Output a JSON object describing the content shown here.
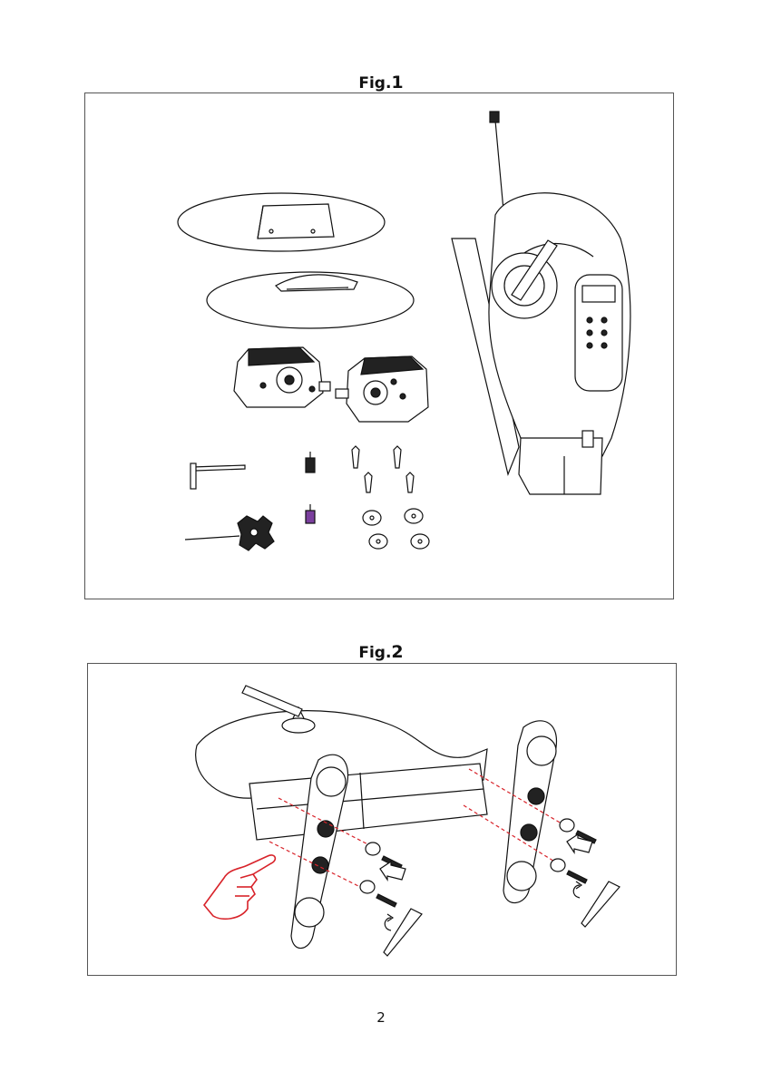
{
  "figures": [
    {
      "label": "Fig.",
      "number": "1"
    },
    {
      "label": "Fig.",
      "number": "2"
    }
  ],
  "page_number": "2",
  "colors": {
    "ink": "#111111",
    "highlight": "#d8232a",
    "accent_purple": "#7b3f9e"
  },
  "icons": [
    "pointing-hand-icon",
    "rotate-arrow-icon",
    "push-arrow-icon"
  ]
}
